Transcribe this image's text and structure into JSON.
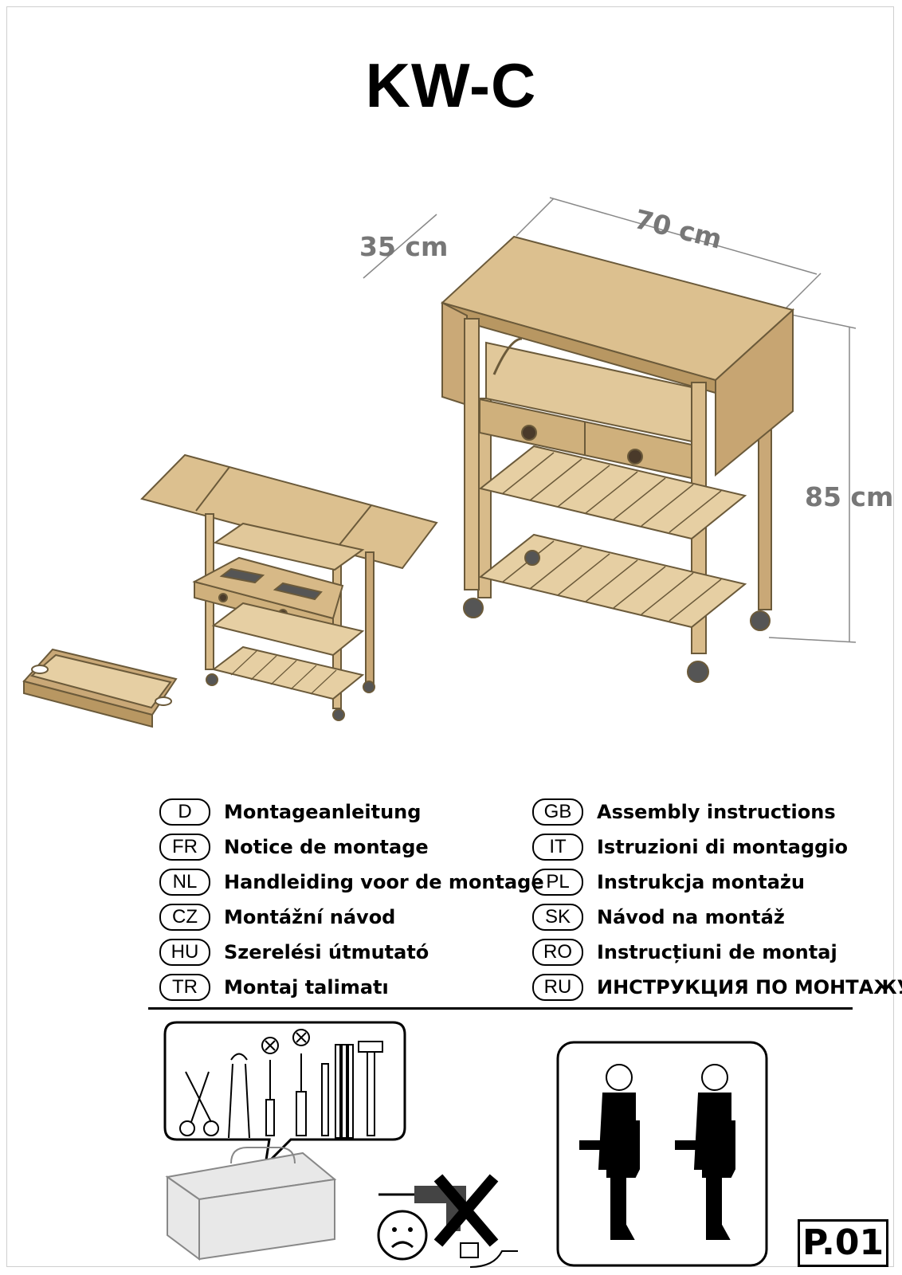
{
  "title": "KW-C",
  "dimensions": {
    "depth": "35 cm",
    "width": "70 cm",
    "height": "85 cm"
  },
  "languages": [
    {
      "code": "D",
      "label": "Montageanleitung"
    },
    {
      "code": "FR",
      "label": "Notice de montage"
    },
    {
      "code": "NL",
      "label": "Handleiding voor de montage"
    },
    {
      "code": "CZ",
      "label": "Montážní návod"
    },
    {
      "code": "HU",
      "label": "Szerelési útmutató"
    },
    {
      "code": "TR",
      "label": "Montaj talimatı"
    },
    {
      "code": "GB",
      "label": "Assembly instructions"
    },
    {
      "code": "IT",
      "label": "Istruzioni di montaggio"
    },
    {
      "code": "PL",
      "label": "Instrukcja montażu"
    },
    {
      "code": "SK",
      "label": "Návod na montáž"
    },
    {
      "code": "RO",
      "label": "Instrucțiuni de montaj"
    },
    {
      "code": "RU",
      "label": "ИНСТРУКЦИЯ ПО МОНТАЖУ"
    }
  ],
  "page_number": "P.01",
  "icons": [
    "kitchen-trolley-illustration",
    "tools-icon",
    "toolbox-icon",
    "no-power-drill-icon",
    "two-persons-icon"
  ]
}
